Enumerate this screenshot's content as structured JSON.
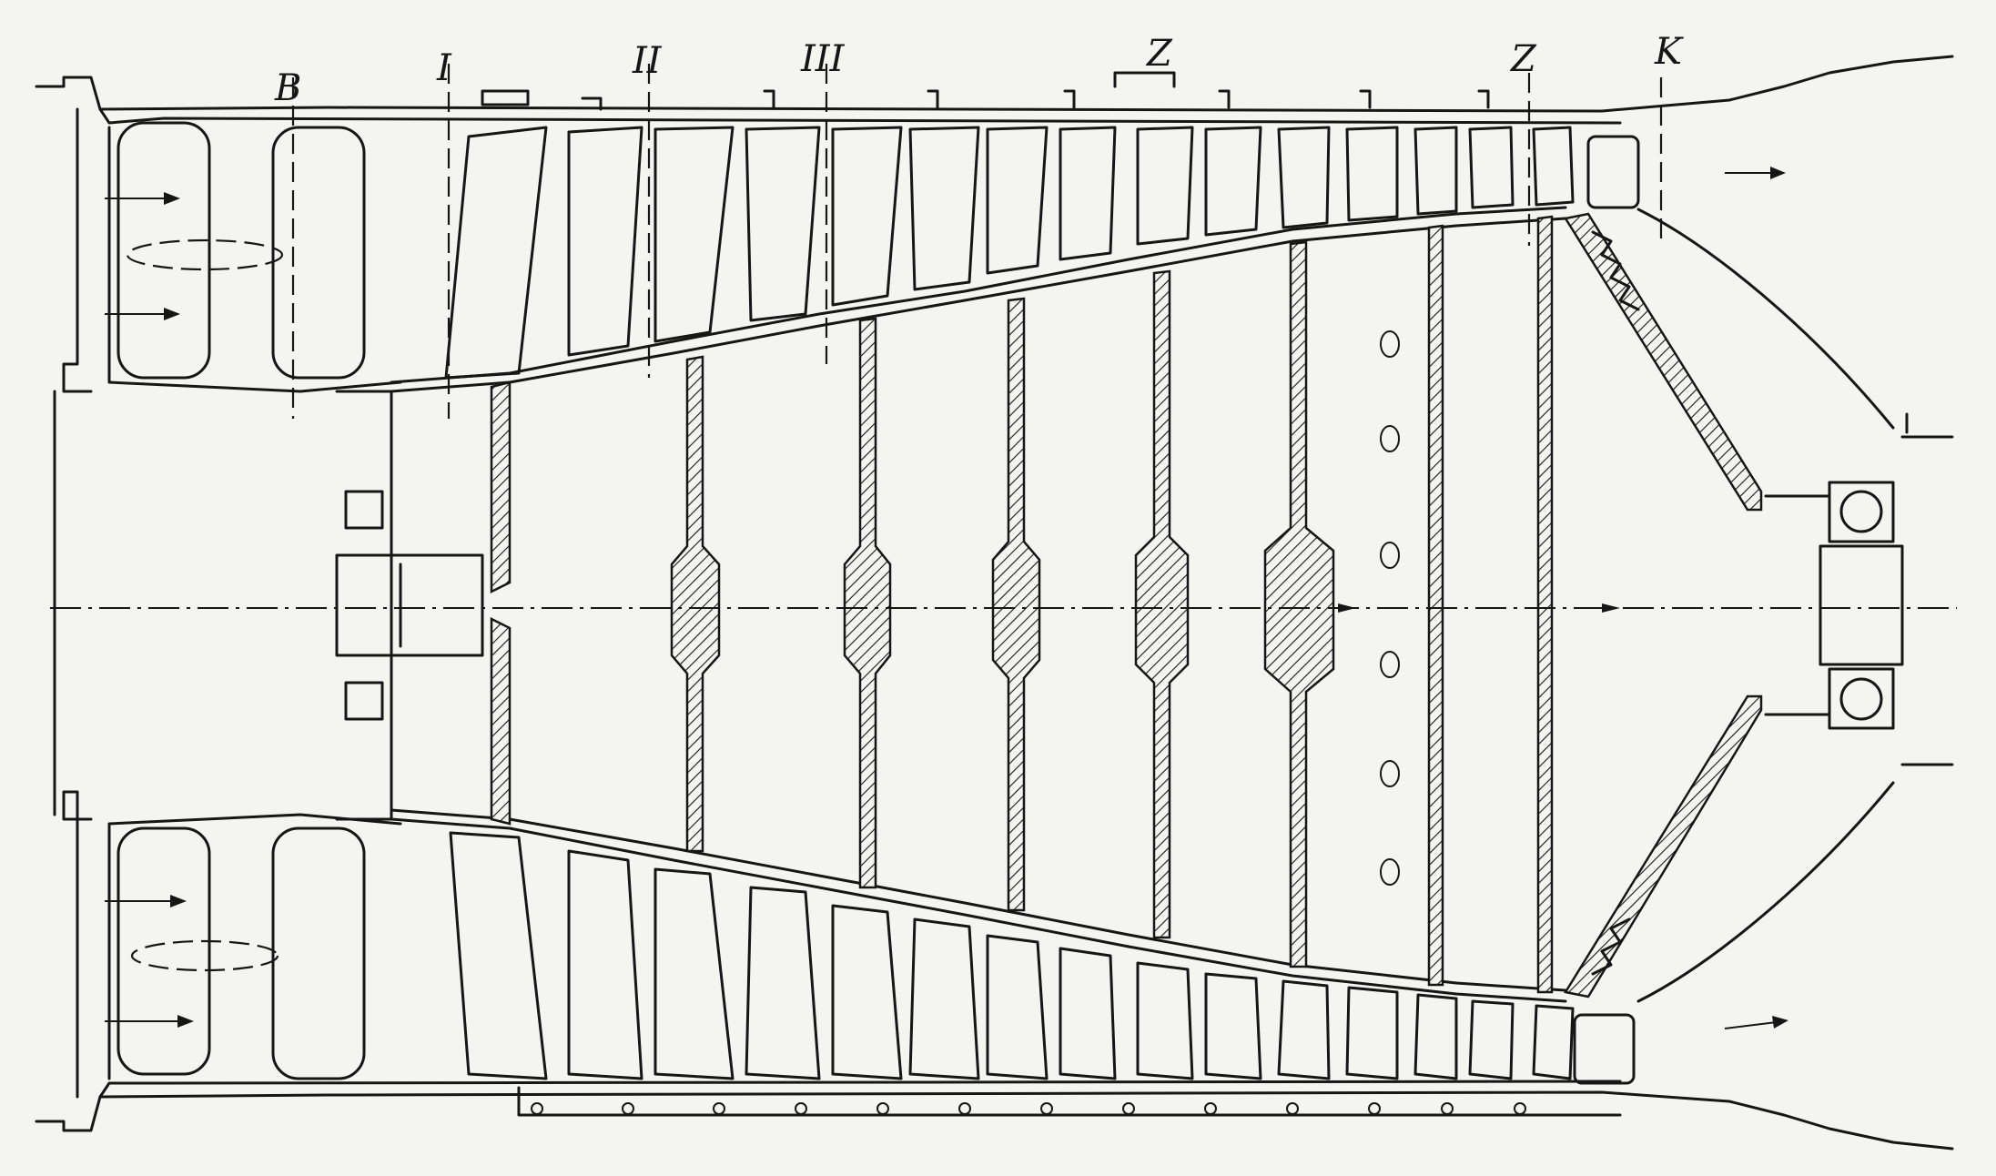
{
  "figure": {
    "stations": [
      {
        "id": "station-v",
        "label": "В"
      },
      {
        "id": "station-I",
        "label": "I"
      },
      {
        "id": "station-II",
        "label": "II"
      },
      {
        "id": "station-III",
        "label": "III"
      },
      {
        "id": "station-Z-top",
        "label": "Z"
      },
      {
        "id": "station-Z",
        "label": "Z"
      },
      {
        "id": "station-K",
        "label": "K"
      }
    ]
  }
}
